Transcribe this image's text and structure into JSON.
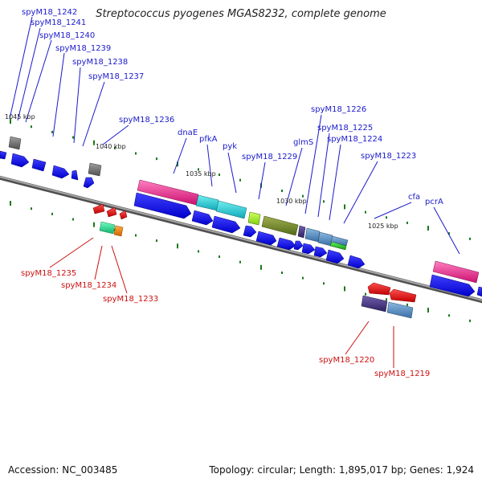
{
  "title": "Streptococcus pyogenes MGAS8232, complete genome",
  "footer": {
    "accession": "Accession: NC_003485",
    "summary": "Topology: circular; Length: 1,895,017 bp; Genes: 1,924"
  },
  "colors": {
    "backbone": "#808080",
    "forward_label": "#1a1acc",
    "reverse_label": "#cc1111",
    "tick": "#1a7a1a"
  },
  "scale_labels": [
    "1045 kbp",
    "1040 kbp",
    "1035 kbp",
    "1030 kbp",
    "1025 kbp"
  ],
  "forward_labels": [
    "spyM18_1242",
    "spyM18_1241",
    "spyM18_1240",
    "spyM18_1239",
    "spyM18_1238",
    "spyM18_1237",
    "spyM18_1236",
    "dnaE",
    "pfkA",
    "pyk",
    "spyM18_1229",
    "glmS",
    "spyM18_1226",
    "spyM18_1225",
    "spyM18_1224",
    "spyM18_1223",
    "cfa",
    "pcrA"
  ],
  "reverse_labels": [
    "spyM18_1235",
    "spyM18_1234",
    "spyM18_1233",
    "spyM18_1220",
    "spyM18_1219"
  ]
}
